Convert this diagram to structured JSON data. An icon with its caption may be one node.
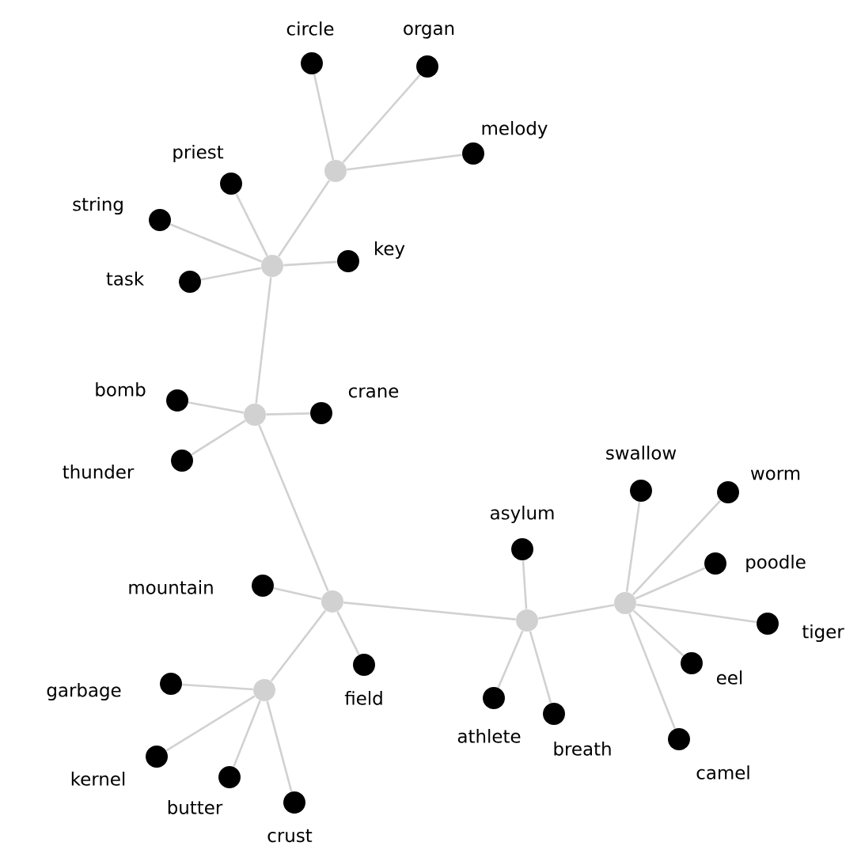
{
  "diagram": {
    "nodes": [
      {
        "text": [],
        "shape": "circle"
      },
      {
        "text": [],
        "shape": "circle",
        "beside": [
          "circle"
        ]
      },
      {
        "text": [],
        "shape": "circle",
        "beside": [
          "organ"
        ]
      },
      {
        "text": [],
        "shape": "circle",
        "beside": [
          "melody"
        ]
      },
      {
        "text": [],
        "shape": "circle"
      },
      {
        "text": [],
        "shape": "circle",
        "beside": [
          "priest"
        ]
      },
      {
        "text": [],
        "shape": "circle",
        "beside": [
          "string"
        ]
      },
      {
        "text": [],
        "shape": "circle",
        "beside": [
          "task"
        ]
      },
      {
        "text": [],
        "shape": "circle",
        "beside": [
          "key"
        ]
      },
      {
        "text": [],
        "shape": "circle"
      },
      {
        "text": [],
        "shape": "circle",
        "beside": [
          "bomb"
        ]
      },
      {
        "text": [],
        "shape": "circle",
        "beside": [
          "crane"
        ]
      },
      {
        "text": [],
        "shape": "circle",
        "beside": [
          "thunder"
        ]
      },
      {
        "text": [],
        "shape": "circle"
      },
      {
        "text": [],
        "shape": "circle",
        "beside": [
          "mountain"
        ]
      },
      {
        "text": [],
        "shape": "circle",
        "beside": [
          "field"
        ]
      },
      {
        "text": [],
        "shape": "circle"
      },
      {
        "text": [],
        "shape": "circle",
        "beside": [
          "garbage"
        ]
      },
      {
        "text": [],
        "shape": "circle",
        "beside": [
          "kernel"
        ]
      },
      {
        "text": [],
        "shape": "circle",
        "beside": [
          "butter"
        ]
      },
      {
        "text": [],
        "shape": "circle",
        "beside": [
          "crust"
        ]
      },
      {
        "text": [],
        "shape": "circle"
      },
      {
        "text": [],
        "shape": "circle",
        "beside": [
          "asylum"
        ]
      },
      {
        "text": [],
        "shape": "circle",
        "beside": [
          "athlete"
        ]
      },
      {
        "text": [],
        "shape": "circle",
        "beside": [
          "breath"
        ]
      },
      {
        "text": [],
        "shape": "circle"
      },
      {
        "text": [],
        "shape": "circle",
        "beside": [
          "swallow"
        ]
      },
      {
        "text": [],
        "shape": "circle",
        "beside": [
          "worm"
        ]
      },
      {
        "text": [],
        "shape": "circle",
        "beside": [
          "poodle"
        ]
      },
      {
        "text": [],
        "shape": "circle",
        "beside": [
          "tiger"
        ]
      },
      {
        "text": [],
        "shape": "circle",
        "beside": [
          "eel"
        ]
      },
      {
        "text": [],
        "shape": "circle",
        "beside": [
          "camel"
        ]
      }
    ],
    "edges": [
      {
        "from": 0,
        "to": 1,
        "arrow": "none"
      },
      {
        "from": 0,
        "to": 2,
        "arrow": "none"
      },
      {
        "from": 0,
        "to": 3,
        "arrow": "none"
      },
      {
        "from": 0,
        "to": 4,
        "arrow": "none"
      },
      {
        "from": 4,
        "to": 5,
        "arrow": "none"
      },
      {
        "from": 4,
        "to": 6,
        "arrow": "none"
      },
      {
        "from": 4,
        "to": 7,
        "arrow": "none"
      },
      {
        "from": 4,
        "to": 8,
        "arrow": "none"
      },
      {
        "from": 4,
        "to": 9,
        "arrow": "none"
      },
      {
        "from": 9,
        "to": 10,
        "arrow": "none"
      },
      {
        "from": 9,
        "to": 11,
        "arrow": "none"
      },
      {
        "from": 9,
        "to": 12,
        "arrow": "none"
      },
      {
        "from": 9,
        "to": 13,
        "arrow": "none"
      },
      {
        "from": 13,
        "to": 14,
        "arrow": "none"
      },
      {
        "from": 13,
        "to": 15,
        "arrow": "none"
      },
      {
        "from": 13,
        "to": 16,
        "arrow": "none"
      },
      {
        "from": 13,
        "to": 21,
        "arrow": "none"
      },
      {
        "from": 16,
        "to": 17,
        "arrow": "none"
      },
      {
        "from": 16,
        "to": 18,
        "arrow": "none"
      },
      {
        "from": 16,
        "to": 19,
        "arrow": "none"
      },
      {
        "from": 16,
        "to": 20,
        "arrow": "none"
      },
      {
        "from": 21,
        "to": 22,
        "arrow": "none"
      },
      {
        "from": 21,
        "to": 23,
        "arrow": "none"
      },
      {
        "from": 21,
        "to": 24,
        "arrow": "none"
      },
      {
        "from": 21,
        "to": 25,
        "arrow": "none"
      },
      {
        "from": 25,
        "to": 26,
        "arrow": "none"
      },
      {
        "from": 25,
        "to": 27,
        "arrow": "none"
      },
      {
        "from": 25,
        "to": 28,
        "arrow": "none"
      },
      {
        "from": 25,
        "to": 29,
        "arrow": "none"
      },
      {
        "from": 25,
        "to": 30,
        "arrow": "none"
      },
      {
        "from": 25,
        "to": 31,
        "arrow": "none"
      }
    ]
  }
}
